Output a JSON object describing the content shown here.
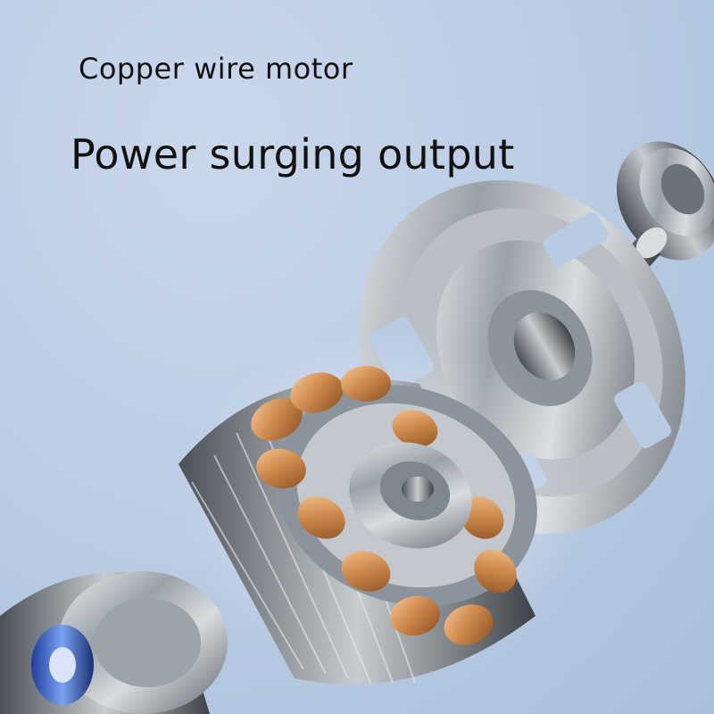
{
  "text": {
    "subtitle": "Copper wire motor",
    "headline": "Power surging output"
  },
  "colors": {
    "background": "#b9cbe3",
    "text": "#111111",
    "copper": "#d08c4e",
    "steel": "#9aa1a8"
  },
  "image": {
    "subject": "exploded-motor-illustration"
  }
}
